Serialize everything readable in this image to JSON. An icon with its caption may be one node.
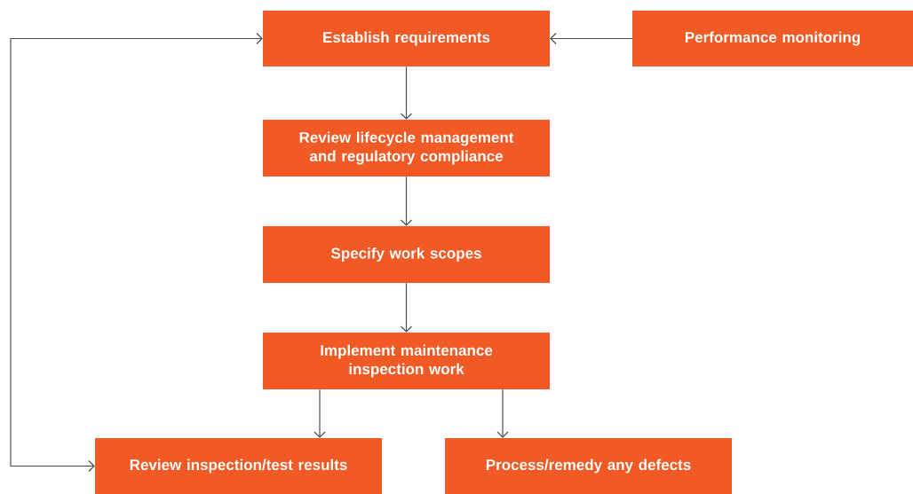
{
  "diagram": {
    "nodes": [
      {
        "text": [
          "Establish requirements"
        ]
      },
      {
        "text": [
          "Performance monitoring"
        ]
      },
      {
        "text": [
          "Review lifecycle management and regulatory compliance"
        ]
      },
      {
        "text": [
          "Specify work scopes"
        ]
      },
      {
        "text": [
          "Implement maintenance inspection work"
        ]
      },
      {
        "text": [
          "Review inspection/test results"
        ]
      },
      {
        "text": [
          "Process/remedy any defects"
        ]
      }
    ],
    "edges": [
      {
        "from": 1,
        "to": 0,
        "arrow": "to"
      },
      {
        "from": 0,
        "to": 2,
        "arrow": "to"
      },
      {
        "from": 2,
        "to": 3,
        "arrow": "to"
      },
      {
        "from": 3,
        "to": 4,
        "arrow": "to"
      },
      {
        "from": 4,
        "to": 5,
        "arrow": "to"
      },
      {
        "from": 4,
        "to": 6,
        "arrow": "to"
      },
      {
        "from": 5,
        "to": 0,
        "arrow": "both"
      }
    ]
  }
}
